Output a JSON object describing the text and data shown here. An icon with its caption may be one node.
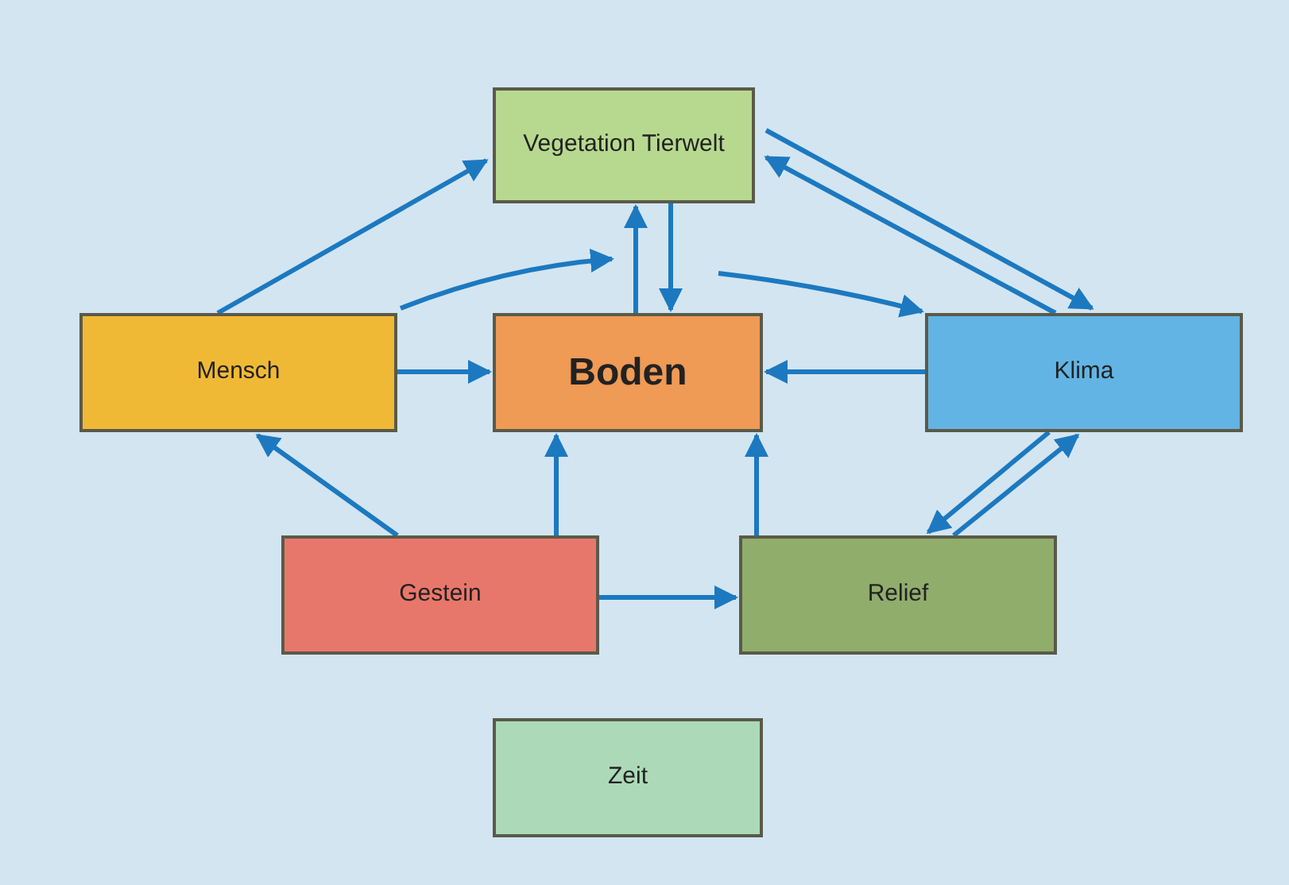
{
  "diagram": {
    "nodes": [
      {
        "text": [
          "Vegetation Tierwelt"
        ]
      },
      {
        "text": [
          "Mensch"
        ]
      },
      {
        "text": [
          "Boden"
        ]
      },
      {
        "text": [
          "Klima"
        ]
      },
      {
        "text": [
          "Gestein"
        ]
      },
      {
        "text": [
          "Relief"
        ]
      },
      {
        "text": [
          "Zeit"
        ]
      }
    ],
    "edges": [
      {
        "from": 1,
        "to": 0,
        "arrow": "to"
      },
      {
        "from": 1,
        "to": 2,
        "arrow": "to"
      },
      {
        "from": 1,
        "to": null,
        "arrow": "to"
      },
      {
        "from": 2,
        "to": 0,
        "arrow": "to"
      },
      {
        "from": 0,
        "to": 2,
        "arrow": "to"
      },
      {
        "from": null,
        "to": 3,
        "arrow": "to"
      },
      {
        "from": 0,
        "to": 3,
        "arrow": "to"
      },
      {
        "from": 3,
        "to": 0,
        "arrow": "to"
      },
      {
        "from": 3,
        "to": 2,
        "arrow": "to"
      },
      {
        "from": 4,
        "to": 1,
        "arrow": "to"
      },
      {
        "from": 4,
        "to": 2,
        "arrow": "to"
      },
      {
        "from": 4,
        "to": 5,
        "arrow": "to"
      },
      {
        "from": 5,
        "to": 2,
        "arrow": "to"
      },
      {
        "from": 3,
        "to": 5,
        "arrow": "to"
      },
      {
        "from": 5,
        "to": 3,
        "arrow": "to"
      }
    ]
  }
}
